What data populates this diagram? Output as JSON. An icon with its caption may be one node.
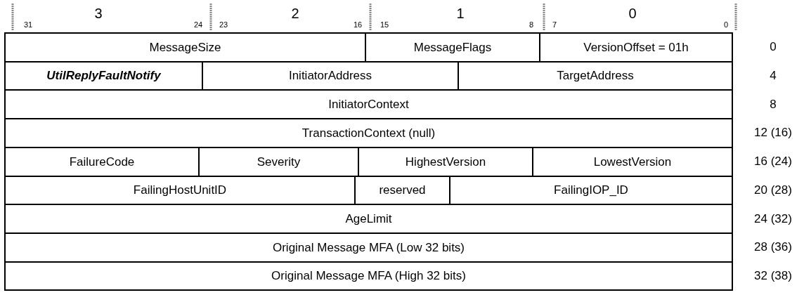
{
  "diagram": {
    "nodes": [
      {
        "text": [
          "MessageSize"
        ]
      },
      {
        "text": [
          "MessageFlags"
        ]
      },
      {
        "text": [
          "VersionOffset = 01h"
        ]
      },
      {
        "text": [
          "UtilReplyFaultNotify"
        ]
      },
      {
        "text": [
          "InitiatorAddress"
        ]
      },
      {
        "text": [
          "TargetAddress"
        ]
      },
      {
        "text": [
          "InitiatorContext"
        ]
      },
      {
        "text": [
          "TransactionContext (null)"
        ]
      },
      {
        "text": [
          "FailureCode"
        ]
      },
      {
        "text": [
          "Severity"
        ]
      },
      {
        "text": [
          "HighestVersion"
        ]
      },
      {
        "text": [
          "LowestVersion"
        ]
      },
      {
        "text": [
          "FailingHostUnitID"
        ]
      },
      {
        "text": [
          "reserved"
        ]
      },
      {
        "text": [
          "FailingIOP_ID"
        ]
      },
      {
        "text": [
          "AgeLimit"
        ]
      },
      {
        "text": [
          "Original Message MFA (Low 32 bits)"
        ]
      },
      {
        "text": [
          "Original Message MFA (High 32 bits)"
        ]
      }
    ],
    "labels": [
      "3",
      "2",
      "1",
      "0",
      "31",
      "24",
      "23",
      "16",
      "15",
      "8",
      "7",
      "0",
      "0",
      "4",
      "8",
      "12 (16)",
      "16 (24)",
      "20 (28)",
      "24 (32)",
      "28 (36)",
      "32 (38)"
    ]
  }
}
